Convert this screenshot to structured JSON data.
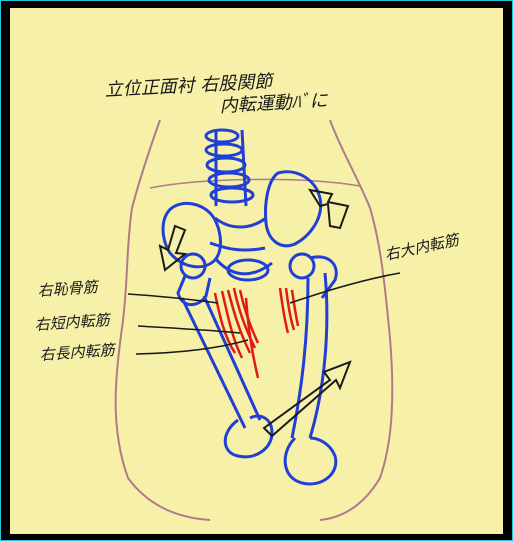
{
  "title": {
    "line1": "立位正面衬 右股関節",
    "line2": "内転運動ﾊﾞに"
  },
  "labels": {
    "left1": "右恥骨筋",
    "left2": "右短内転筋",
    "left3": "右長内転筋",
    "right1": "右大内転筋"
  },
  "colors": {
    "paper": "#f6f0a8",
    "bone": "#1f3fd6",
    "muscle": "#e01a1a",
    "outline": "#b07a8a",
    "ink": "#1a1a1a",
    "frame": "#000000",
    "border": "#23c6d6"
  },
  "icons": [
    "arrow-down-icon",
    "arrow-up-icon",
    "arrow-diagonal-icon"
  ]
}
